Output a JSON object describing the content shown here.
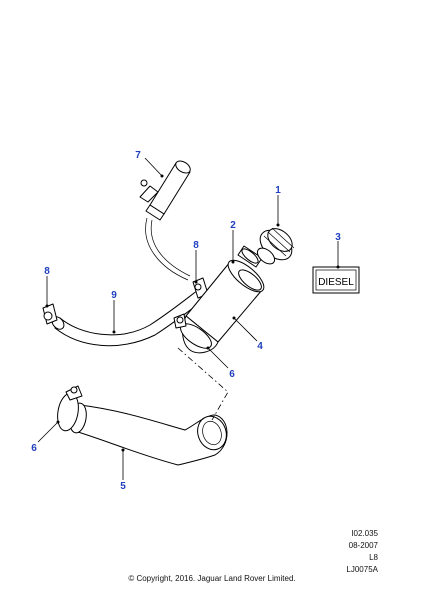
{
  "callouts": {
    "c1": "1",
    "c2": "2",
    "c3": "3",
    "c4": "4",
    "c5": "5",
    "c6a": "6",
    "c6b": "6",
    "c7": "7",
    "c8a": "8",
    "c8b": "8",
    "c9": "9"
  },
  "diesel_label": "DIESEL",
  "info": {
    "ref": "I02.035",
    "date": "08-2007",
    "model": "L8",
    "code": "LJ0075A"
  },
  "copyright": "© Copyright, 2016. Jaguar Land Rover Limited.",
  "colors": {
    "callout": "#1f3fbf",
    "line": "#000000"
  }
}
